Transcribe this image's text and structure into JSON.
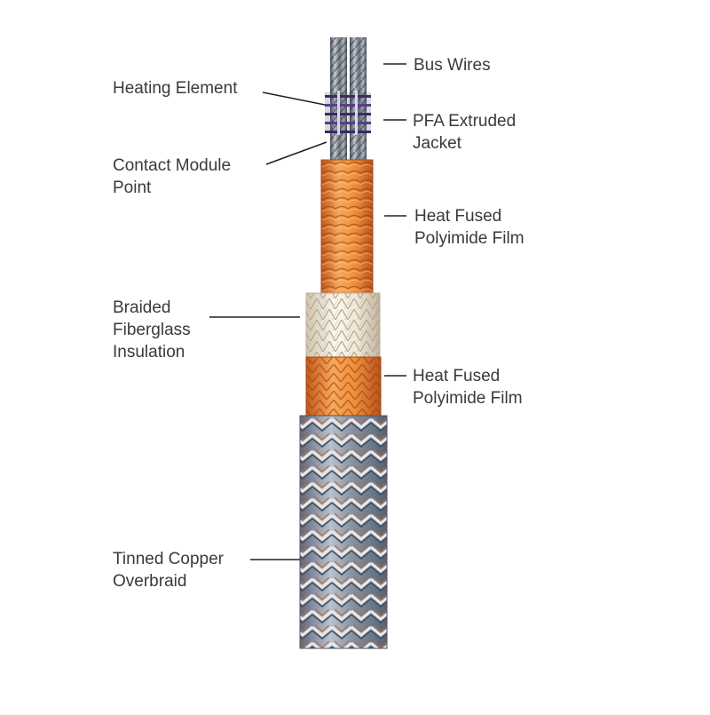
{
  "labels": {
    "bus_wires": [
      "Bus Wires"
    ],
    "heating_element": [
      "Heating Element"
    ],
    "pfa_jacket": [
      "PFA Extruded",
      "Jacket"
    ],
    "contact_module": [
      "Contact Module",
      "Point"
    ],
    "polyimide_upper": [
      "Heat Fused",
      "Polyimide Film"
    ],
    "fiberglass": [
      "Braided",
      "Fiberglass",
      "Insulation"
    ],
    "polyimide_lower": [
      "Heat Fused",
      "Polyimide Film"
    ],
    "overbraid": [
      "Tinned Copper",
      "Overbraid"
    ]
  },
  "colors": {
    "label_text": "#3a3a3a",
    "leader_line": "#222222",
    "bus_wire": "#6f7782",
    "polyimide": "#e8842c",
    "fiberglass": "#efe6d6",
    "overbraid": "#8a96a6",
    "copper": "#b86a3c"
  }
}
